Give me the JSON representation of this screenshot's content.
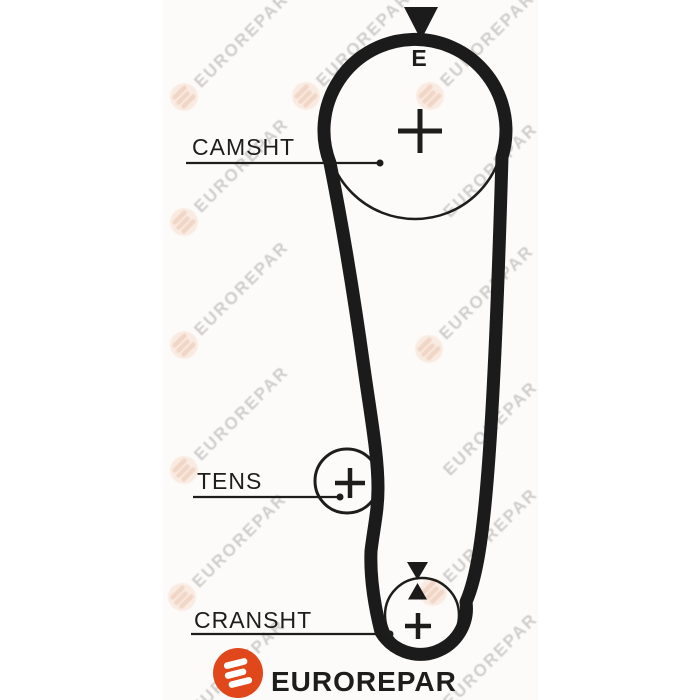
{
  "diagram": {
    "camshaft_label": "CAMSHT",
    "tensioner_label": "TENS",
    "crankshaft_label": "CRANSHT",
    "camshaft_mark_letter": "E"
  },
  "brand": {
    "name": "EUROREPAR",
    "logo_color": "#e0481c",
    "text_color": "#1d1d1b"
  },
  "watermark": {
    "text": "EUROREPAR",
    "text_color": "#b4b2b0",
    "circle_color": "#f7e2d5",
    "e_color": "#eabfa6"
  },
  "colors": {
    "belt": "#1b1b1b",
    "line": "#1d1d1b"
  }
}
